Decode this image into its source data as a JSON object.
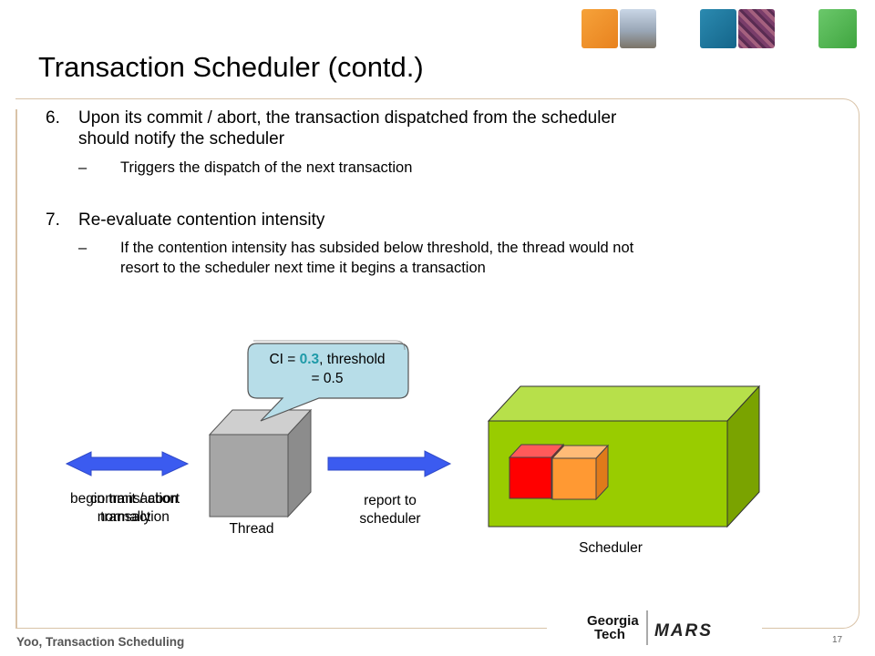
{
  "title": "Transaction Scheduler (contd.)",
  "bullets": [
    {
      "num": "6.",
      "line1": "Upon its commit / abort, the transaction dispatched from the scheduler",
      "line2": "should notify the scheduler",
      "sub": [
        {
          "dash": "–",
          "line1": "Triggers the dispatch of the next transaction",
          "line2": ""
        }
      ]
    },
    {
      "num": "7.",
      "line1": "Re-evaluate contention intensity",
      "line2": "",
      "sub": [
        {
          "dash": "–",
          "line1": "If the contention intensity has subsided below threshold, the thread would not",
          "line2": "resort to the scheduler next time it begins a transaction"
        }
      ]
    }
  ],
  "diagram": {
    "callout": {
      "prefix": "CI = ",
      "value": "0.3",
      "suffix": ", threshold",
      "line2": "= 0.5"
    },
    "left_label_a": {
      "line1": "begin transaction",
      "line2": "normally"
    },
    "left_label_b": {
      "line1": "commit / abort",
      "line2": "transaction"
    },
    "thread_label": "Thread",
    "report_label": {
      "line1": "report to",
      "line2": "scheduler"
    },
    "scheduler_label": "Scheduler",
    "colors": {
      "arrow_blue": "#3b5bf0",
      "thread_cube": "#a6a6a6",
      "scheduler_cube": "#99cc00",
      "callout_fill": "#b7dde8",
      "red_box": "#ff0000",
      "orange_box": "#ff9933"
    }
  },
  "footer": {
    "left": "Yoo, Transaction Scheduling",
    "page": "17",
    "logo_line1": "Georgia",
    "logo_line2": "Tech",
    "logo_mark": "MARS"
  }
}
